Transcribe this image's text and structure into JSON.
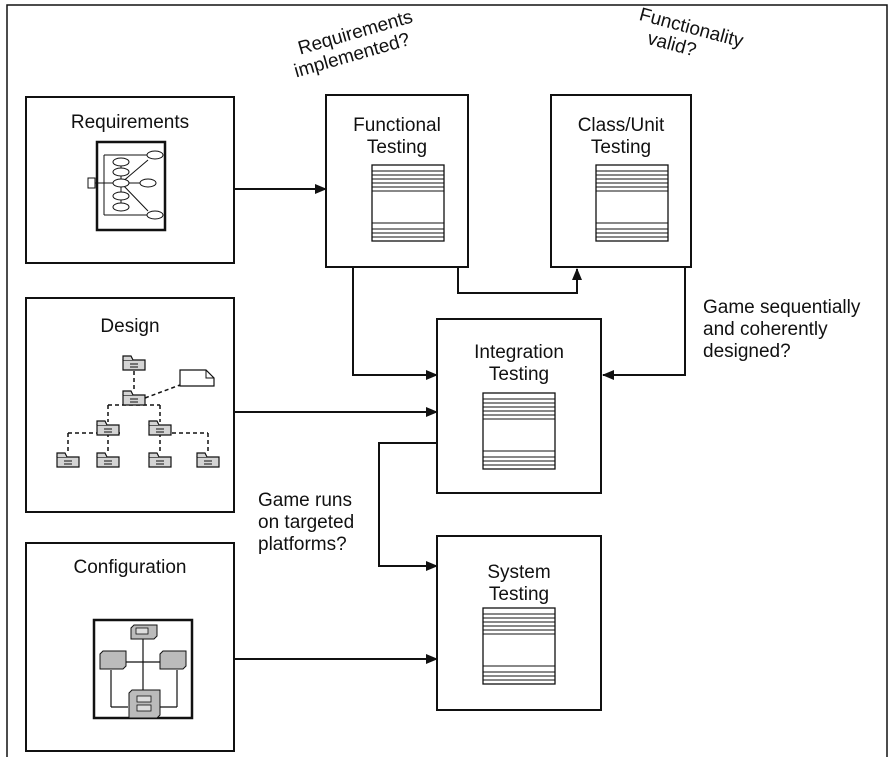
{
  "diagram": {
    "sources": {
      "requirements": "Requirements",
      "design": "Design",
      "configuration": "Configuration"
    },
    "testing": {
      "functional": {
        "line1": "Functional",
        "line2": "Testing"
      },
      "class_unit": {
        "line1": "Class/Unit",
        "line2": "Testing"
      },
      "integration": {
        "line1": "Integration",
        "line2": "Testing"
      },
      "system": {
        "line1": "System",
        "line2": "Testing"
      }
    },
    "questions": {
      "requirements_implemented": {
        "line1": "Requirements",
        "line2": "implemented?"
      },
      "functionality_valid": {
        "line1": "Functionality",
        "line2": "valid?"
      },
      "game_sequential": {
        "line1": "Game sequentially",
        "line2": "and coherently",
        "line3": "designed?"
      },
      "game_runs": {
        "line1": "Game runs",
        "line2": "on targeted",
        "line3": "platforms?"
      }
    }
  }
}
